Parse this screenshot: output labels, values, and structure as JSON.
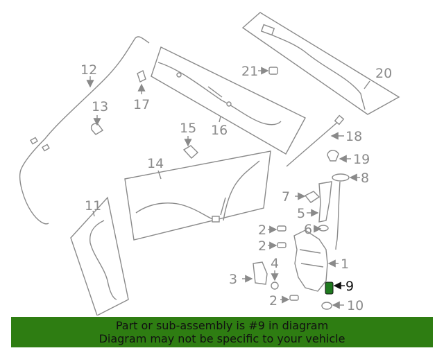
{
  "callouts": {
    "c1": "1",
    "c2a": "2",
    "c2b": "2",
    "c2c": "2",
    "c3": "3",
    "c4": "4",
    "c5": "5",
    "c6": "6",
    "c7": "7",
    "c8": "8",
    "c9": "9",
    "c10": "10",
    "c11": "11",
    "c12": "12",
    "c13": "13",
    "c14": "14",
    "c15": "15",
    "c16": "16",
    "c17": "17",
    "c18": "18",
    "c19": "19",
    "c20": "20",
    "c21": "21"
  },
  "highlighted_part": "9",
  "colors": {
    "line": "#8a8a8a",
    "highlight_part": "#1f7a1f",
    "banner": "#2e7d12"
  },
  "banner": {
    "line1": "Part or sub-assembly is #9 in diagram",
    "line2": "Diagram may not be specific to your vehicle"
  }
}
